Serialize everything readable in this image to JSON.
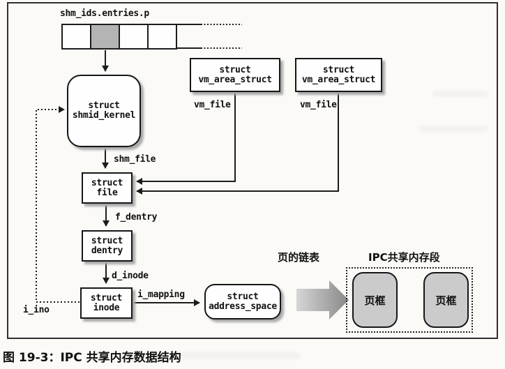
{
  "figure": {
    "caption": "图 19-3：IPC 共享内存数据结构",
    "ipc_segment_label": "IPC共享内存段"
  },
  "array": {
    "label": "shm_ids.entries.p",
    "cells": 4,
    "highlighted_index": 1
  },
  "nodes": {
    "shmid_kernel": {
      "keyword": "struct",
      "name": "shmid_kernel"
    },
    "vm_area_struct_1": {
      "keyword": "struct",
      "name": "vm_area_struct"
    },
    "vm_area_struct_2": {
      "keyword": "struct",
      "name": "vm_area_struct"
    },
    "file": {
      "keyword": "struct",
      "name": "file"
    },
    "dentry": {
      "keyword": "struct",
      "name": "dentry"
    },
    "inode": {
      "keyword": "struct",
      "name": "inode"
    },
    "address_space": {
      "keyword": "struct",
      "name": "address_space"
    },
    "page_frame_1": {
      "label": "页框"
    },
    "page_frame_2": {
      "label": "页框"
    }
  },
  "edges": {
    "shm_file": "shm_file",
    "vm_file_1": "vm_file",
    "vm_file_2": "vm_file",
    "f_dentry": "f_dentry",
    "d_inode": "d_inode",
    "i_mapping": "i_mapping",
    "i_ino": "i_ino",
    "page_list": "页的链表"
  },
  "colors": {
    "line": "#1c1c1c",
    "box-border": "#161616",
    "box-fill": "#fefefe",
    "shadow": "#a9a9a9",
    "cell-highlight": "#b4b4b4",
    "frame-fill": "#cbcbcb",
    "arrow-grad-start": "#d6d6d6",
    "arrow-grad-end": "#888888",
    "page-bg": "#fbfaf7"
  }
}
